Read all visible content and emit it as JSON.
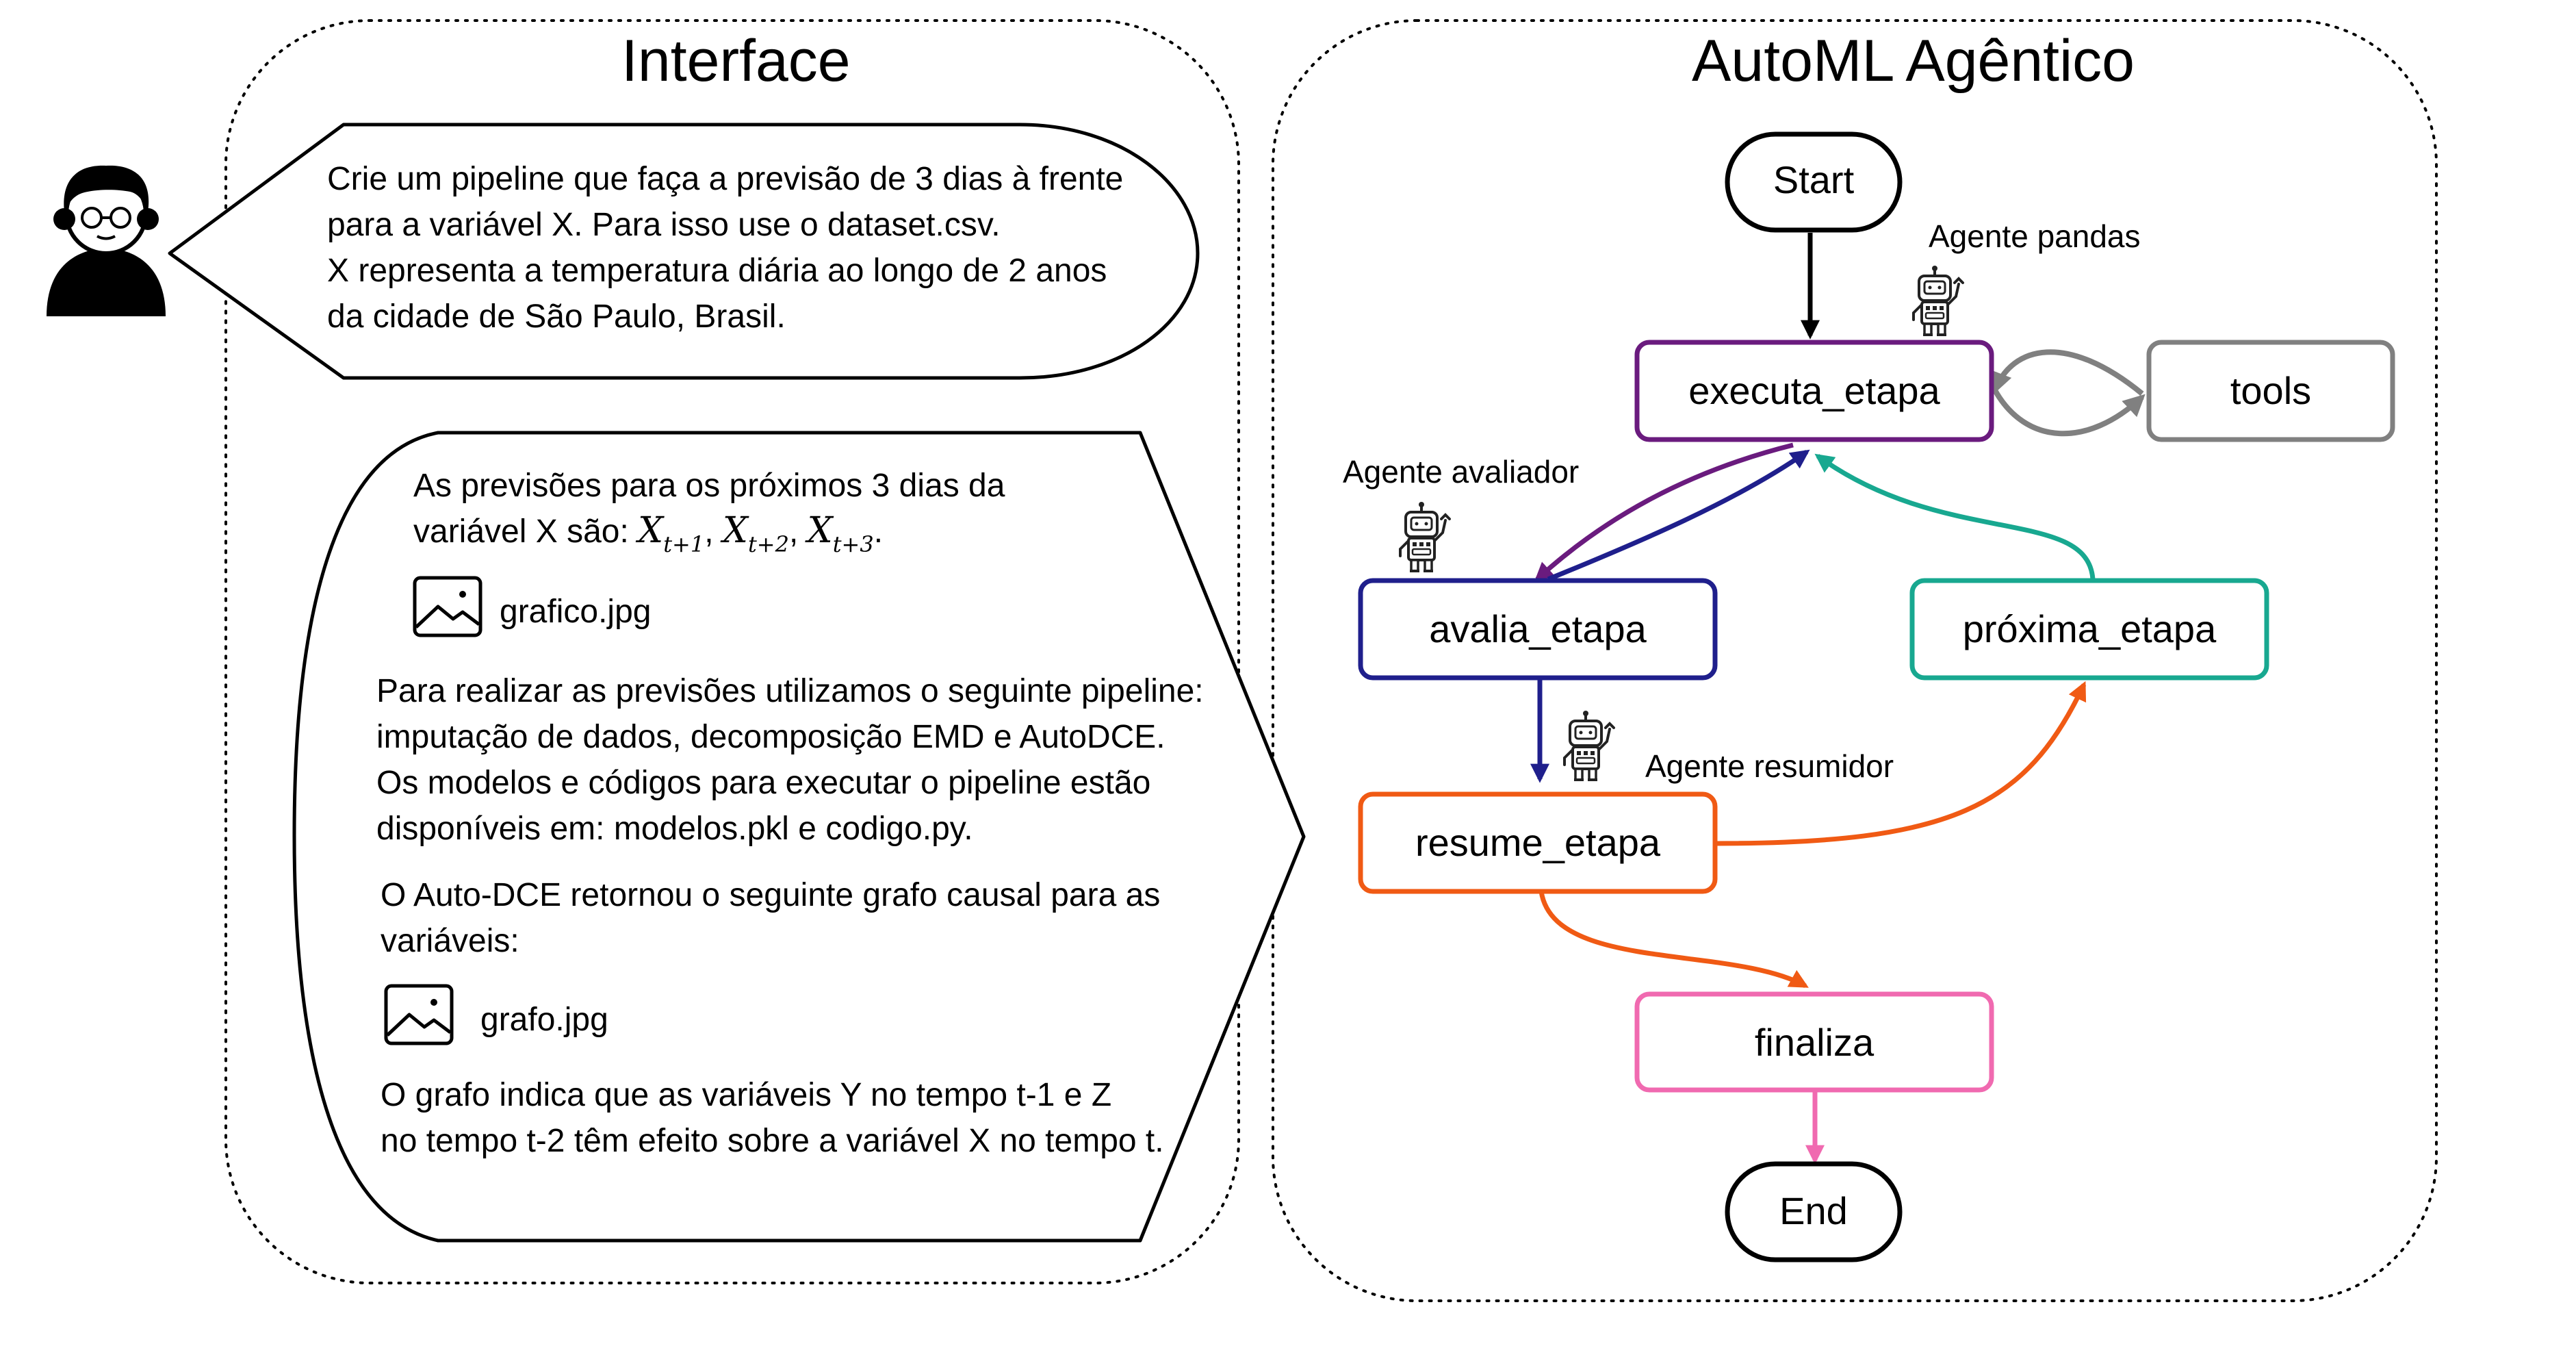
{
  "interface": {
    "title": "Interface",
    "user_message": [
      "Crie um pipeline que faça a previsão de 3 dias à frente",
      "para a variável X. Para isso use o dataset.csv.",
      "X representa a temperatura diária ao longo de 2 anos",
      "da cidade de São Paulo, Brasil."
    ],
    "response": {
      "intro_line1": "As previsões para os próximos 3 dias da",
      "intro_line2_prefix": "variável X são:",
      "forecast_terms": [
        {
          "var": "X",
          "sub": "t+1",
          "sep": ","
        },
        {
          "var": "X",
          "sub": "t+2",
          "sep": ","
        },
        {
          "var": "X",
          "sub": "t+3",
          "sep": "."
        }
      ],
      "image1": "grafico.jpg",
      "pipeline_text": [
        "Para realizar as previsões utilizamos o seguinte pipeline:",
        "imputação de dados, decomposição EMD e AutoDCE.",
        "Os modelos e códigos para executar o pipeline estão",
        "disponíveis em: modelos.pkl e codigo.py."
      ],
      "causal_text": [
        "O Auto-DCE retornou o seguinte grafo causal para as",
        "variáveis:"
      ],
      "image2": "grafo.jpg",
      "conclusion_text": [
        "O grafo indica que as variáveis Y no tempo t-1 e Z",
        "no tempo t-2 têm efeito sobre a variável X no tempo t."
      ]
    }
  },
  "automl": {
    "title": "AutoML Agêntico",
    "nodes": {
      "start": "Start",
      "executa_etapa": "executa_etapa",
      "tools": "tools",
      "avalia_etapa": "avalia_etapa",
      "proxima_etapa": "próxima_etapa",
      "resume_etapa": "resume_etapa",
      "finaliza": "finaliza",
      "end": "End"
    },
    "agents": {
      "pandas": "Agente pandas",
      "avaliador": "Agente avaliador",
      "resumidor": "Agente resumidor"
    },
    "colors": {
      "executa_etapa": "#6a1b7e",
      "avalia_etapa": "#1f1f8c",
      "proxima_etapa": "#18a890",
      "resume_etapa": "#f05a14",
      "finaliza": "#f06ab0",
      "tools": "#808080",
      "start_end": "#000000"
    }
  }
}
